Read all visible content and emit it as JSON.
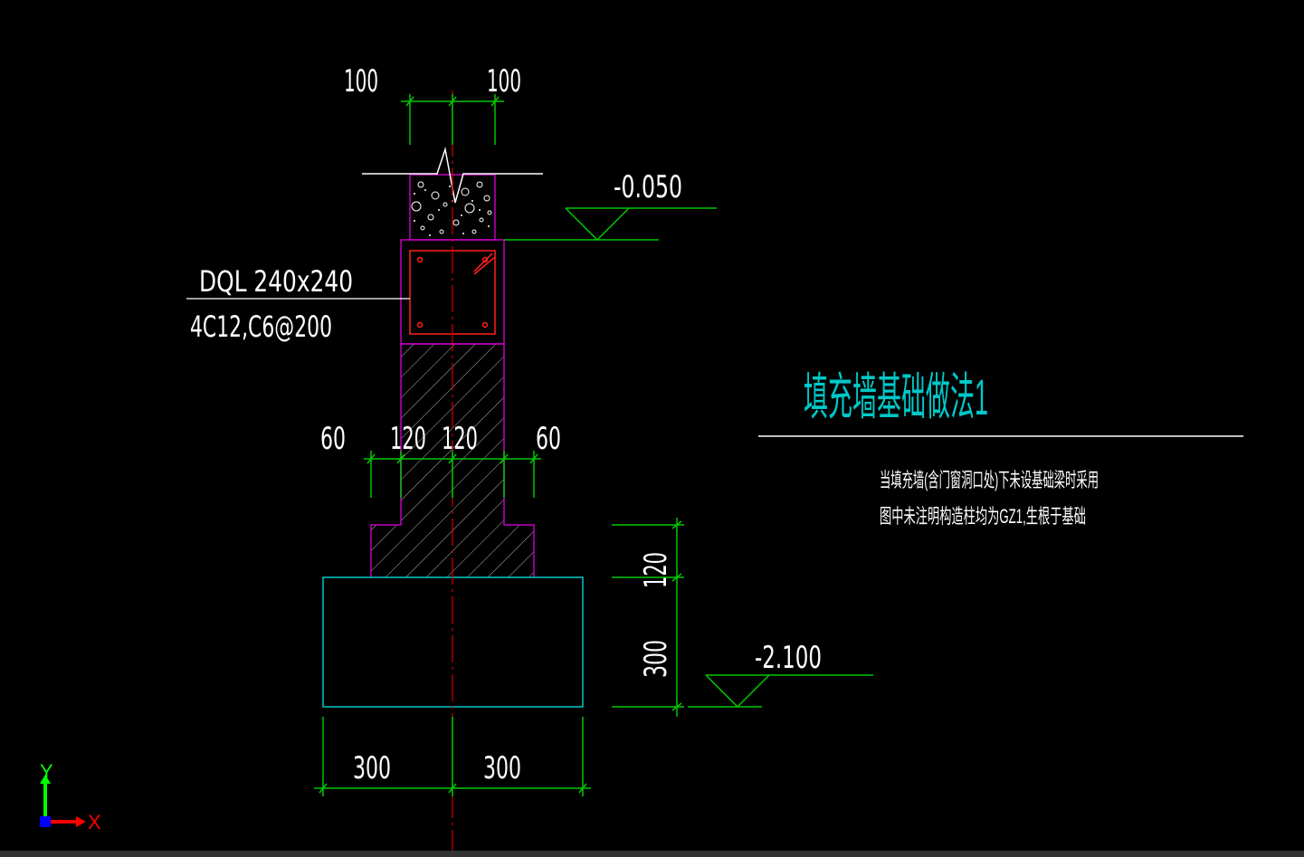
{
  "colors": {
    "background": "#000000",
    "dimension": "#00c800",
    "wall": "#c000c0",
    "beam_rebar": "#ff2020",
    "footing": "#00c8c8",
    "hatch": "#b0b0b0",
    "centerline": "#d00000",
    "title": "#00c8c8",
    "text": "#ffffff"
  },
  "dimensions": {
    "top_left": "100",
    "top_right": "100",
    "mid_1": "60",
    "mid_2": "120",
    "mid_3": "120",
    "mid_4": "60",
    "right_upper": "120",
    "right_lower": "300",
    "bottom_left": "300",
    "bottom_right": "300"
  },
  "elevations": {
    "top": "-0.050",
    "bottom": "-2.100"
  },
  "beam_label": {
    "line1": "DQL 240x240",
    "line2": "4C12,C6@200"
  },
  "title": "填充墙基础做法1",
  "note": {
    "line1": "当填充墙(含门窗洞口处)下未设基础梁时采用",
    "line2": "图中未注明构造柱均为GZ1,生根于基础"
  },
  "ucs": {
    "x_label": "X",
    "y_label": "Y"
  }
}
